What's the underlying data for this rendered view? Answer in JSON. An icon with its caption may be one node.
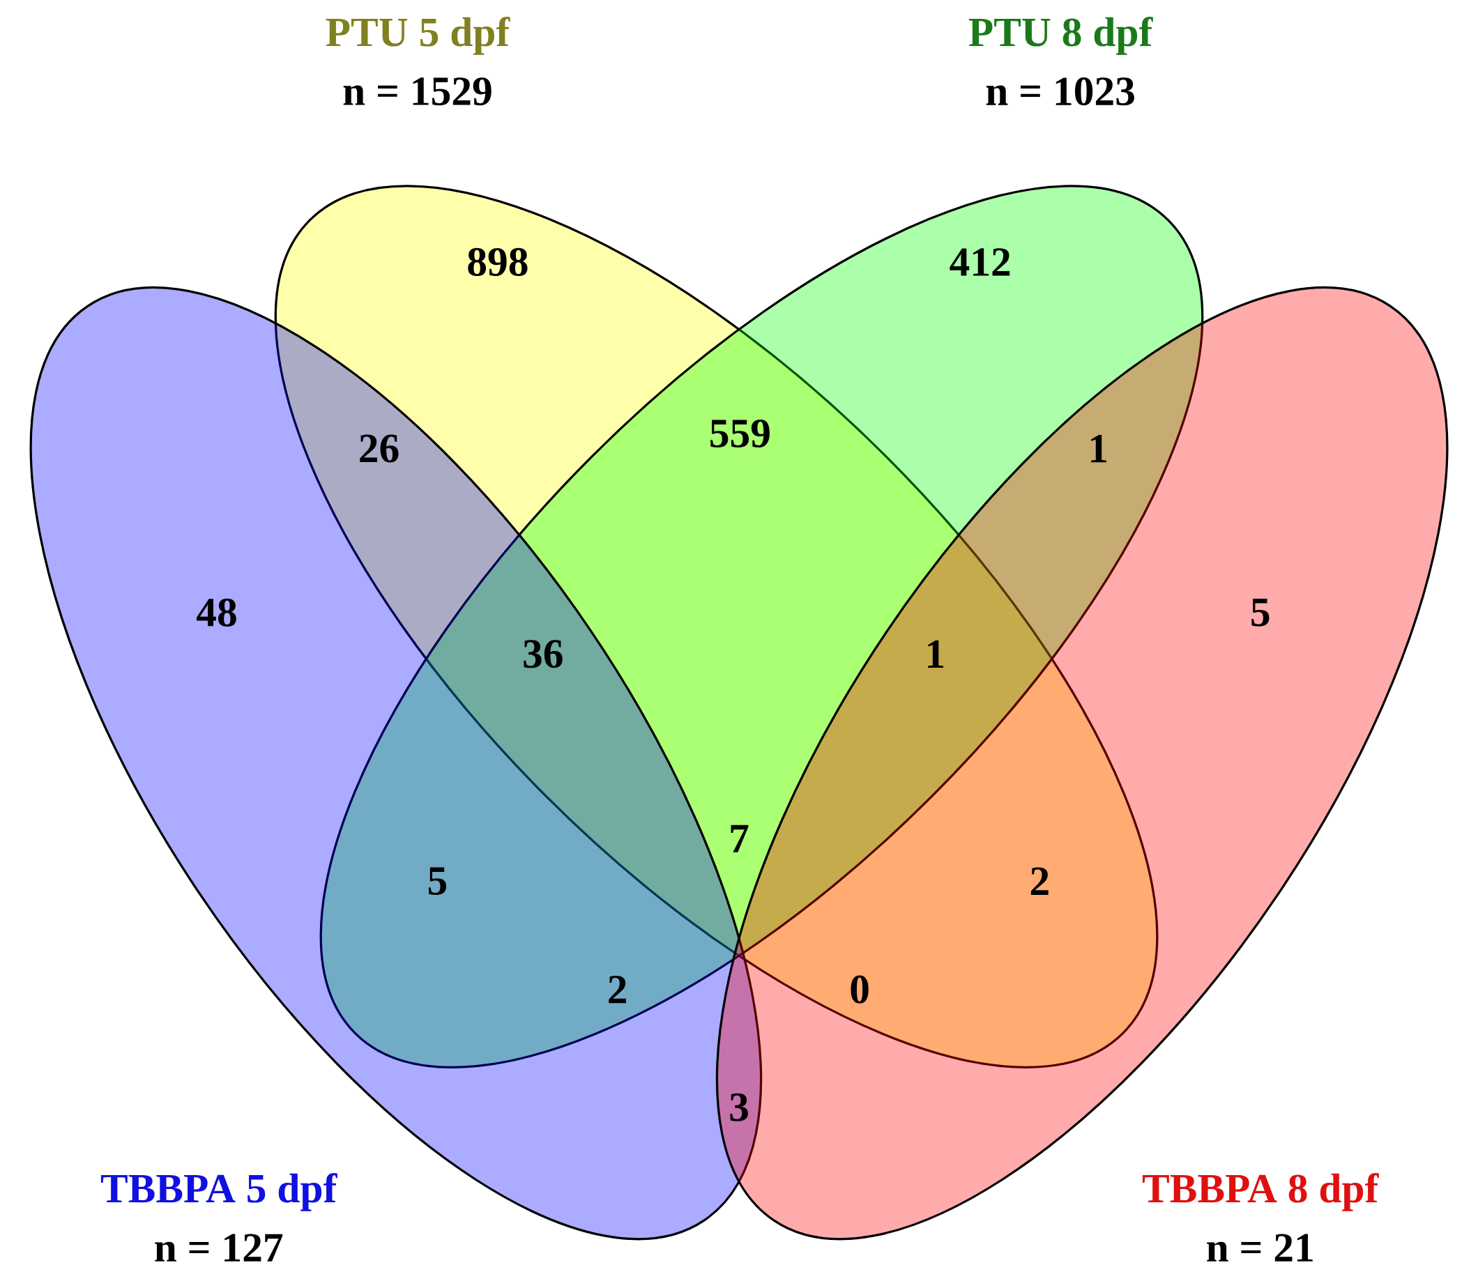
{
  "diagram": {
    "nodes": [
      {
        "text": [
          "PTU 5 dpf",
          "n = 1529"
        ]
      },
      {
        "text": [
          "PTU 8 dpf",
          "n = 1023"
        ]
      },
      {
        "text": [
          "TBBPA 5 dpf",
          "n = 127"
        ]
      },
      {
        "text": [
          "TBBPA 8 dpf",
          "n = 21"
        ]
      }
    ],
    "labels": [
      "898",
      "412",
      "26",
      "559",
      "1",
      "48",
      "36",
      "1",
      "5",
      "7",
      "5",
      "2",
      "2",
      "0",
      "3"
    ]
  }
}
